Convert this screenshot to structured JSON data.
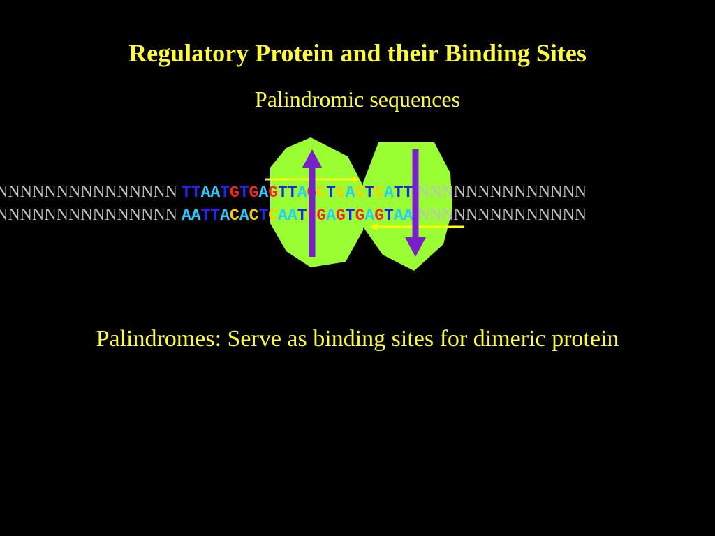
{
  "title": "Regulatory Protein and their Binding Sites",
  "subtitle": "Palindromic sequences",
  "caption": "Palindromes: Serve as binding sites for dimeric protein",
  "colors": {
    "background": "#000000",
    "text": "#ffff33",
    "protein": "#99ff33",
    "arrow": "#7a1fcc",
    "flank": "#bfbfbf",
    "half_site_marker": "#ffff00"
  },
  "base_colors": {
    "T": "#2222ff",
    "A": "#22ccff",
    "G": "#ff2222",
    "C": "#ffcc00"
  },
  "dna": {
    "top_left_flank": "NNNNNNNNNNNNNNN",
    "top_core": "TTAATGTGAGTTAGCTCACTCATT",
    "top_right_flank": "NNNNNNNNNNNNNN",
    "bottom_left_flank": "NNNNNNNNNNNNNNN",
    "bottom_core": "AATTACACTCAATCGAGTGAGTAA",
    "bottom_right_flank": "NNNNNNNNNNNNNN"
  },
  "protein_subunits": [
    {
      "name": "left-subunit",
      "arrow_direction": "up"
    },
    {
      "name": "right-subunit",
      "arrow_direction": "down"
    }
  ]
}
